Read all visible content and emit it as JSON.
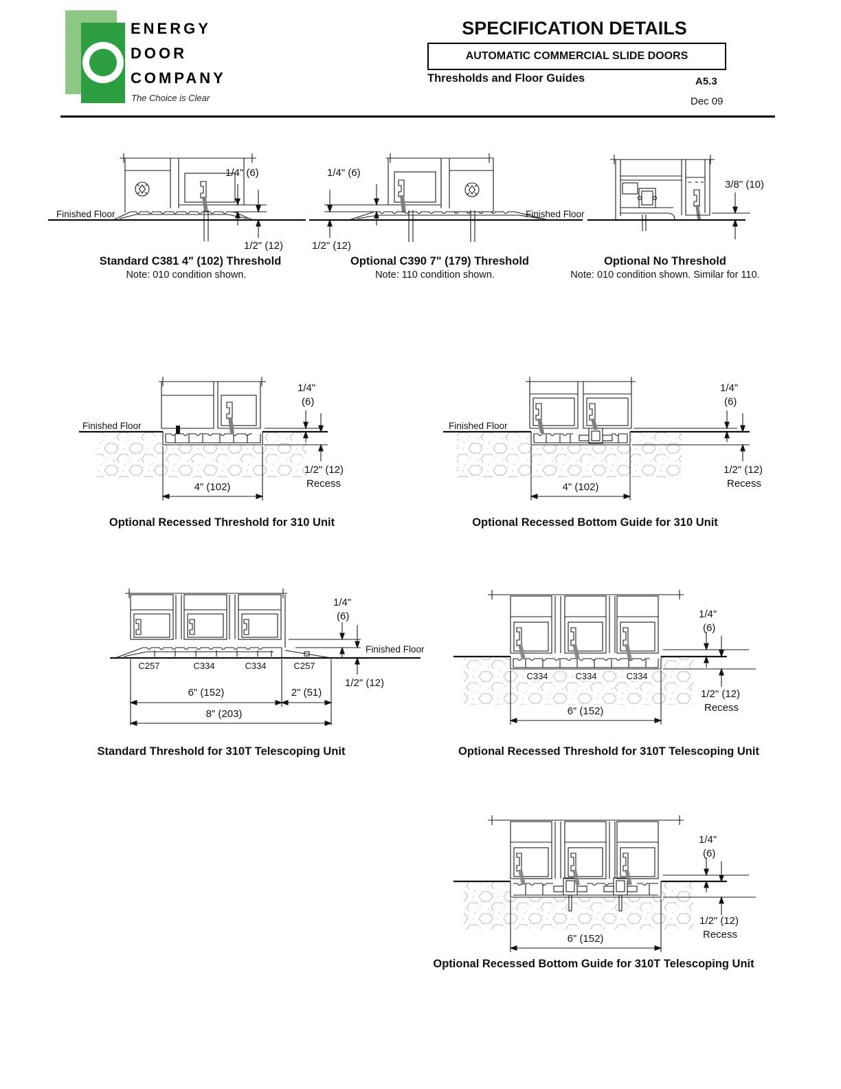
{
  "header": {
    "company": {
      "line1": "ENERGY",
      "line2": "DOOR",
      "line3": "COMPANY",
      "tagline": "The Choice is Clear"
    },
    "colors": {
      "logo_light_green": "#8CC884",
      "logo_dark_green": "#2D9E41",
      "line_black": "#111111"
    },
    "title": "SPECIFICATION DETAILS",
    "category_box": "AUTOMATIC COMMERCIAL SLIDE DOORS",
    "section_title": "Thresholds and Floor Guides",
    "sheet_number": "A5.3",
    "sheet_date": "Dec 09"
  },
  "diagrams": {
    "c381": {
      "caption": "Standard C381 4\" (102) Threshold",
      "note": "Note: 010 condition shown.",
      "dim_gap": "1/4\" (6)",
      "dim_height": "1/2\" (12)",
      "floor_label": "Finished Floor"
    },
    "c390": {
      "caption": "Optional C390 7\" (179) Threshold",
      "note": "Note: 110 condition shown.",
      "dim_gap": "1/4\" (6)",
      "dim_height": "1/2\" (12)",
      "floor_label": "Finished Floor"
    },
    "no_threshold": {
      "caption": "Optional No Threshold",
      "note": "Note: 010 condition shown. Similar for 110.",
      "dim_gap": "3/8\" (10)"
    },
    "recessed_310": {
      "caption": "Optional Recessed Threshold for 310 Unit",
      "floor_label": "Finished Floor",
      "dim_gap_line1": "1/4\"",
      "dim_gap_line2": "(6)",
      "dim_recess_line1": "1/2\" (12)",
      "dim_recess_line2": "Recess",
      "dim_width": "4\" (102)"
    },
    "recessed_guide_310": {
      "caption": "Optional Recessed Bottom Guide for 310 Unit",
      "floor_label": "Finished Floor",
      "dim_gap_line1": "1/4\"",
      "dim_gap_line2": "(6)",
      "dim_recess_line1": "1/2\" (12)",
      "dim_recess_line2": "Recess",
      "dim_width": "4\" (102)"
    },
    "standard_310t": {
      "caption": "Standard Threshold for 310T Telescoping Unit",
      "floor_label": "Finished Floor",
      "parts": [
        "C257",
        "C334",
        "C334",
        "C257"
      ],
      "dim_gap_line1": "1/4\"",
      "dim_gap_line2": "(6)",
      "dim_height": "1/2\" (12)",
      "dim_width_6": "6\" (152)",
      "dim_width_2": "2\" (51)",
      "dim_width_8": "8\" (203)"
    },
    "recessed_310t": {
      "caption": "Optional Recessed Threshold for 310T Telescoping Unit",
      "parts": [
        "C334",
        "C334",
        "C334"
      ],
      "dim_gap_line1": "1/4\"",
      "dim_gap_line2": "(6)",
      "dim_recess_line1": "1/2\" (12)",
      "dim_recess_line2": "Recess",
      "dim_width_6": "6\" (152)"
    },
    "recessed_guide_310t": {
      "caption": "Optional Recessed Bottom Guide for 310T Telescoping Unit",
      "dim_gap_line1": "1/4\"",
      "dim_gap_line2": "(6)",
      "dim_recess_line1": "1/2\" (12)",
      "dim_recess_line2": "Recess",
      "dim_width_6": "6\" (152)"
    }
  }
}
